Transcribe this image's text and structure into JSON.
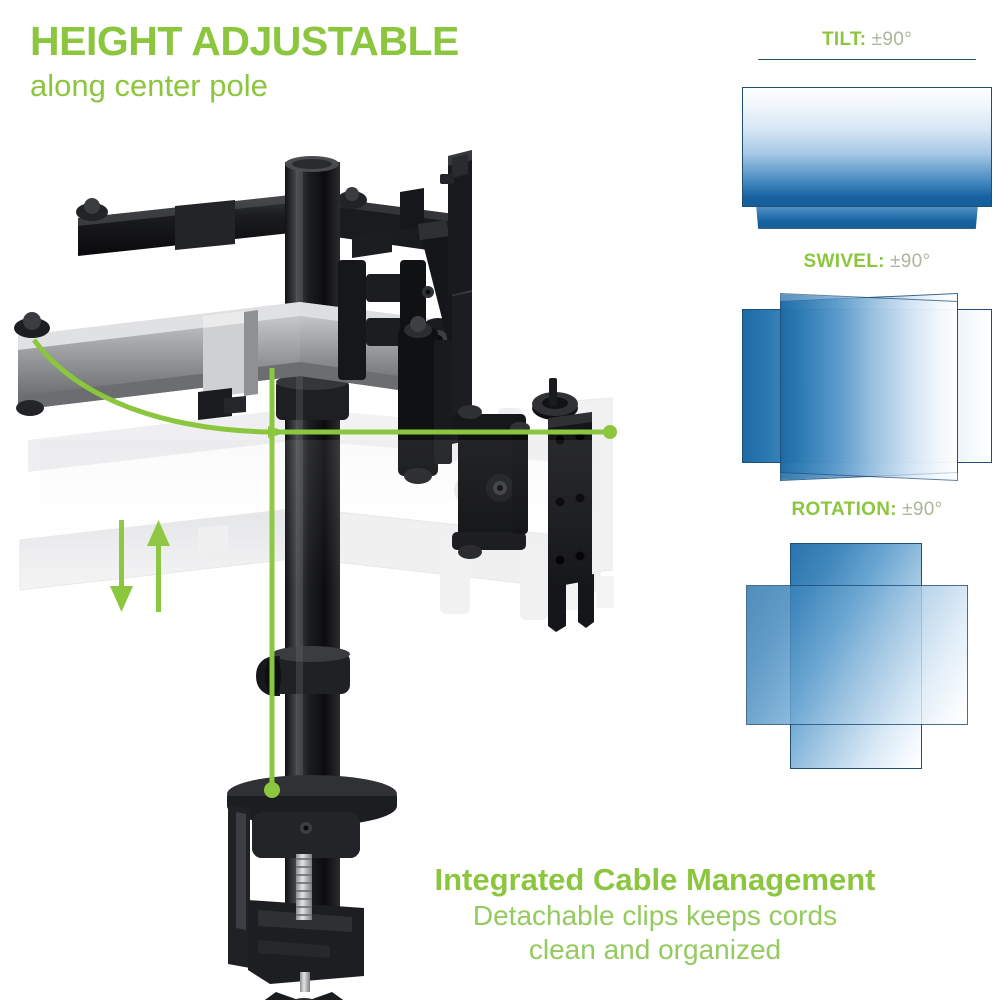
{
  "headline": {
    "line1": "HEIGHT ADJUSTABLE",
    "line2": "along center pole"
  },
  "caption": {
    "line1": "Integrated Cable Management",
    "line2": "Detachable clips keeps cords",
    "line3": "clean and organized"
  },
  "features": [
    {
      "label": "TILT:",
      "value": "±90°",
      "diagram": "tilt-panels"
    },
    {
      "label": "SWIVEL:",
      "value": "±90°",
      "diagram": "swivel-panels"
    },
    {
      "label": "ROTATION:",
      "value": "±90°",
      "diagram": "rotation-panels"
    }
  ],
  "colors": {
    "accent_green": "#8CC63F",
    "muted_green": "#A9B79A",
    "panel_outline_blue": "#1F4E79",
    "panel_deep_blue": "#14619F",
    "panel_mid_blue": "#2C76AD",
    "background": "#FFFFFF",
    "hardware_black": "#1A1A1C",
    "hardware_silver": "#A9AAAC"
  },
  "product": {
    "name": "dual-monitor-desk-mount",
    "parts": [
      "center-pole",
      "upper-support-arm",
      "lower-extension-arm",
      "monitor-bracket-left",
      "monitor-bracket-right",
      "vesa-plate",
      "tilt-knob",
      "cable-management-clip",
      "desk-clamp",
      "clamp-screw",
      "clamp-knob",
      "ghost-arm-lower-position"
    ],
    "annotations": [
      {
        "name": "height-adjust-arrow-down",
        "direction": "down"
      },
      {
        "name": "height-adjust-arrow-up",
        "direction": "up"
      },
      {
        "name": "swivel-path-arrow",
        "direction": "curve-right"
      },
      {
        "name": "cable-route-line",
        "direction": "vertical-down"
      }
    ]
  }
}
